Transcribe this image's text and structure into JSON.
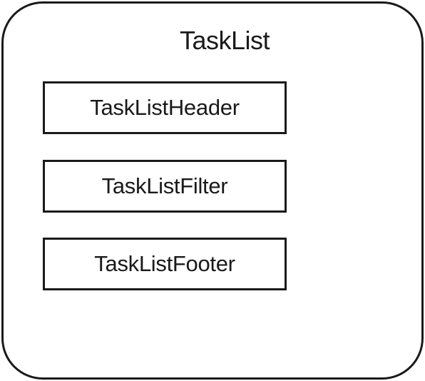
{
  "diagram": {
    "container": {
      "title": "TaskList"
    },
    "children": [
      {
        "label": "TaskListHeader"
      },
      {
        "label": "TaskListFilter"
      },
      {
        "label": "TaskListFooter"
      }
    ]
  }
}
